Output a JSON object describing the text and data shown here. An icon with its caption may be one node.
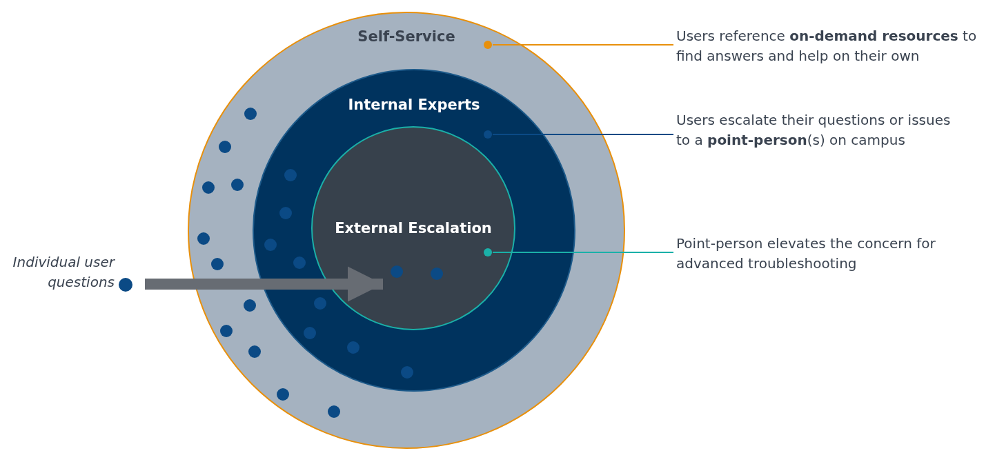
{
  "diagram": {
    "nodes": [
      {
        "text": [
          "Self-Service"
        ]
      },
      {
        "text": [
          "Internal Experts"
        ],
        "in": 0
      },
      {
        "text": [
          "External Escalation"
        ],
        "in": 1
      },
      {
        "text": [],
        "shape": "circle",
        "in": 0
      },
      {
        "text": [],
        "shape": "circle",
        "in": 1
      },
      {
        "text": [],
        "shape": "circle",
        "in": 2
      },
      {
        "text": [
          "Users reference **on-demand resources** to find answers and help on their own"
        ]
      },
      {
        "text": [
          "Users escalate their questions or issues to a **point-person**(s) on campus"
        ]
      },
      {
        "text": [
          "Point-person elevates the concern for advanced troubleshooting"
        ]
      },
      {
        "text": [
          "Individual user questions"
        ]
      },
      {
        "text": [],
        "shape": "circle",
        "in": 0
      },
      {
        "text": [],
        "shape": "circle",
        "in": 0
      },
      {
        "text": [],
        "shape": "circle",
        "in": 0
      },
      {
        "text": [],
        "shape": "circle",
        "in": 0
      },
      {
        "text": [],
        "shape": "circle",
        "in": 0
      },
      {
        "text": [],
        "shape": "circle",
        "in": 0
      },
      {
        "text": [],
        "shape": "circle",
        "in": 0
      },
      {
        "text": [],
        "shape": "circle",
        "in": 0
      },
      {
        "text": [],
        "shape": "circle",
        "in": 0
      },
      {
        "text": [],
        "shape": "circle",
        "in": 0
      },
      {
        "text": [],
        "shape": "circle",
        "in": 0
      },
      {
        "text": [],
        "shape": "circle",
        "in": 1
      },
      {
        "text": [],
        "shape": "circle",
        "in": 1
      },
      {
        "text": [],
        "shape": "circle",
        "in": 1
      },
      {
        "text": [],
        "shape": "circle",
        "in": 1
      },
      {
        "text": [],
        "shape": "circle",
        "in": 1
      },
      {
        "text": [],
        "shape": "circle",
        "in": 1
      },
      {
        "text": [],
        "shape": "circle",
        "in": 1
      },
      {
        "text": [],
        "shape": "circle",
        "in": 1
      },
      {
        "text": [],
        "shape": "circle",
        "in": 2
      },
      {
        "text": [],
        "shape": "circle",
        "in": 2
      }
    ],
    "edges": [
      {
        "from": 6,
        "to": 3,
        "arrow": "none",
        "color": "#e8900c"
      },
      {
        "from": 7,
        "to": 4,
        "arrow": "none",
        "color": "#0b4a85"
      },
      {
        "from": 8,
        "to": 5,
        "arrow": "none",
        "color": "#1ab0a8"
      },
      {
        "from": 9,
        "to": 2,
        "arrow": "to",
        "style": "thick",
        "color": "#676c73"
      }
    ]
  }
}
